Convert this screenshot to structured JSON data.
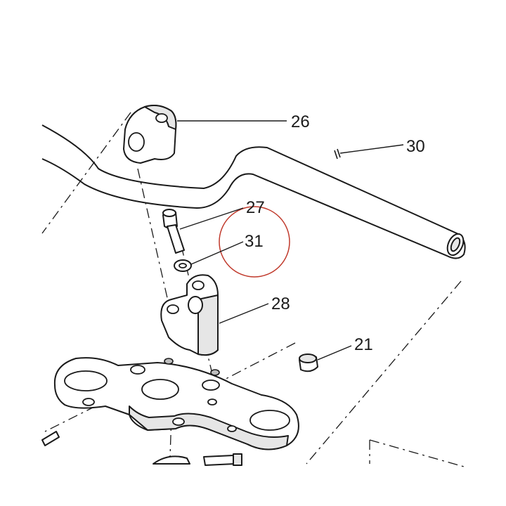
{
  "callouts": {
    "c26": "26",
    "c30": "30",
    "c27": "27",
    "c31": "31",
    "c28": "28",
    "c21": "21"
  },
  "highlight": {
    "target_callout": "31",
    "color": "#c0392b"
  },
  "icons": [
    "handlebar",
    "riser-clamp-cap",
    "clamp-bolt",
    "washer",
    "riser-clamp-lower",
    "upper-triple-clamp",
    "plug-cap",
    "pin"
  ]
}
